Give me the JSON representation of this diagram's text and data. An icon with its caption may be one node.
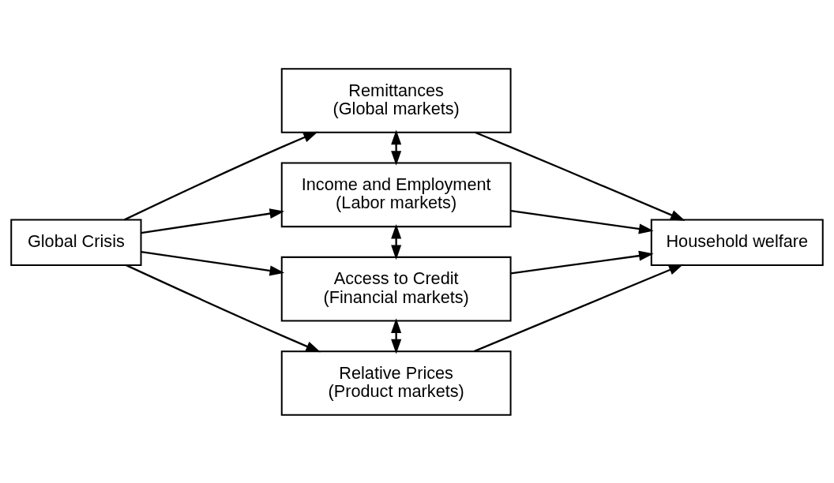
{
  "diagram": {
    "nodes": [
      {
        "text": [
          "Global Crisis"
        ]
      },
      {
        "text": [
          "Remittances",
          "(Global markets)"
        ]
      },
      {
        "text": [
          "Income and Employment",
          "(Labor markets)"
        ]
      },
      {
        "text": [
          "Access to Credit",
          "(Financial markets)"
        ]
      },
      {
        "text": [
          "Relative Prices",
          "(Product markets)"
        ]
      },
      {
        "text": [
          "Household welfare"
        ]
      }
    ],
    "edges": [
      {
        "from": 0,
        "to": 1,
        "arrow": "to"
      },
      {
        "from": 0,
        "to": 2,
        "arrow": "to"
      },
      {
        "from": 0,
        "to": 3,
        "arrow": "to"
      },
      {
        "from": 0,
        "to": 4,
        "arrow": "to"
      },
      {
        "from": 1,
        "to": 2,
        "arrow": "both"
      },
      {
        "from": 2,
        "to": 3,
        "arrow": "both"
      },
      {
        "from": 3,
        "to": 4,
        "arrow": "both"
      },
      {
        "from": 1,
        "to": 5,
        "arrow": "to"
      },
      {
        "from": 2,
        "to": 5,
        "arrow": "to"
      },
      {
        "from": 3,
        "to": 5,
        "arrow": "to"
      },
      {
        "from": 4,
        "to": 5,
        "arrow": "to"
      }
    ]
  }
}
